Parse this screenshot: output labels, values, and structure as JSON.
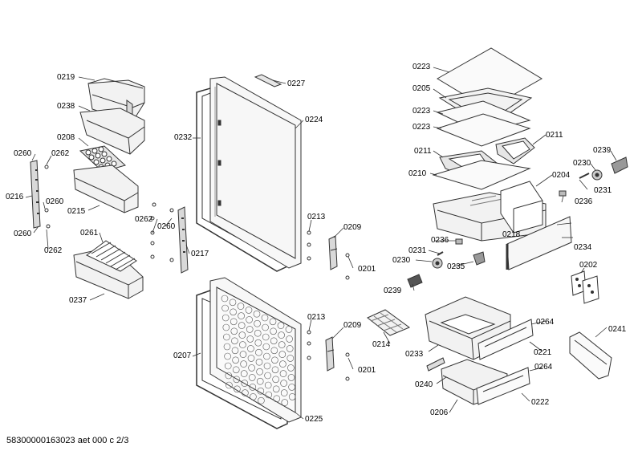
{
  "footer": {
    "document_code": "58300000163023 aet 000 c 2/3"
  },
  "parts": [
    "0219",
    "0238",
    "0208",
    "0260",
    "0262",
    "0216",
    "0260",
    "0215",
    "0260",
    "0262",
    "0261",
    "0237",
    "0262",
    "0260",
    "0217",
    "0232",
    "0227",
    "0224",
    "0213",
    "0209",
    "0201",
    "0207",
    "0213",
    "0209",
    "0201",
    "0225",
    "0223",
    "0205",
    "0223",
    "0223",
    "0211",
    "0211",
    "0210",
    "0204",
    "0218",
    "0239",
    "0230",
    "0231",
    "0236",
    "0234",
    "0236",
    "0231",
    "0230",
    "0235",
    "0239",
    "0202",
    "0214",
    "0264",
    "0233",
    "0221",
    "0241",
    "0264",
    "0240",
    "0206",
    "0222"
  ],
  "colors": {
    "line": "#333333",
    "fill_light": "#f2f2f2",
    "fill_mid": "#d9d9d9",
    "fill_dark": "#777777"
  }
}
